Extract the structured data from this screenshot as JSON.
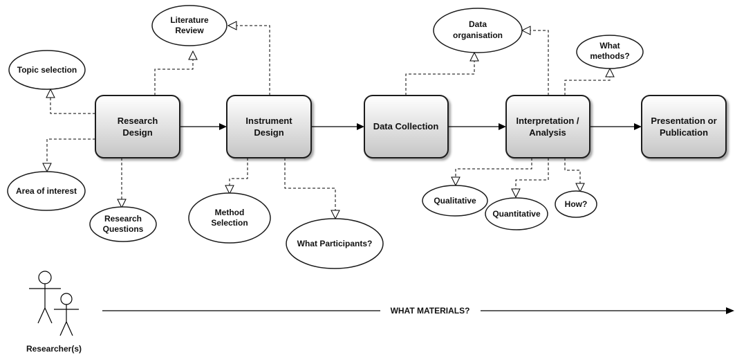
{
  "process_steps": [
    {
      "id": "research-design",
      "lines": [
        "Research",
        "Design"
      ]
    },
    {
      "id": "instrument-design",
      "lines": [
        "Instrument",
        "Design"
      ]
    },
    {
      "id": "data-collection",
      "lines": [
        "Data Collection"
      ]
    },
    {
      "id": "interpretation-analysis",
      "lines": [
        "Interpretation /",
        "Analysis"
      ]
    },
    {
      "id": "presentation-publication",
      "lines": [
        "Presentation or",
        "Publication"
      ]
    }
  ],
  "concepts": [
    {
      "id": "literature-review",
      "lines": [
        "Literature",
        "Review"
      ]
    },
    {
      "id": "topic-selection",
      "lines": [
        "Topic selection"
      ]
    },
    {
      "id": "area-of-interest",
      "lines": [
        "Area of interest"
      ]
    },
    {
      "id": "research-questions",
      "lines": [
        "Research",
        "Questions"
      ]
    },
    {
      "id": "method-selection",
      "lines": [
        "Method",
        "Selection"
      ]
    },
    {
      "id": "what-participants",
      "lines": [
        "What Participants?"
      ]
    },
    {
      "id": "data-organisation",
      "lines": [
        "Data",
        "organisation"
      ]
    },
    {
      "id": "what-methods",
      "lines": [
        "What",
        "methods?"
      ]
    },
    {
      "id": "qualitative",
      "lines": [
        "Qualitative"
      ]
    },
    {
      "id": "quantitative",
      "lines": [
        "Quantitative"
      ]
    },
    {
      "id": "how",
      "lines": [
        "How?"
      ]
    }
  ],
  "timeline_label": "WHAT MATERIALS?",
  "actor_label": "Researcher(s)",
  "colors": {
    "box_gradient_top": "#ffffff",
    "box_gradient_bottom": "#c8c8c8",
    "stroke": "#1a1a1a"
  }
}
